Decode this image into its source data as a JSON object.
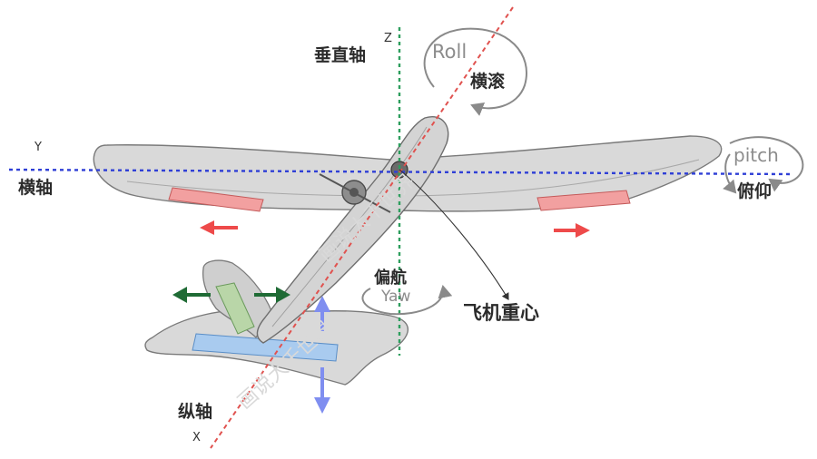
{
  "axes": {
    "z": {
      "letter": "Z",
      "label": "垂直轴"
    },
    "y": {
      "letter": "Y",
      "label": "横轴"
    },
    "x": {
      "letter": "X",
      "label": "纵轴"
    }
  },
  "rotations": {
    "roll": {
      "en": "Roll",
      "cn": "横滚"
    },
    "pitch": {
      "en": "pitch",
      "cn": "俯仰"
    },
    "yaw": {
      "en": "Yaw",
      "cn": "偏航"
    }
  },
  "center_of_gravity": "飞机重心",
  "watermark": "画说大千世界",
  "colors": {
    "vertical_axis": "#2e9e5e",
    "lateral_axis": "#2f3fd6",
    "longitudinal_axis": "#e0524f",
    "aileron": "#ef6b6b",
    "elevator": "#6aa8e6",
    "rudder": "#7fb06f",
    "yaw_arrow": "#1f6b35",
    "pitch_arrow": "#7f8ef0"
  }
}
